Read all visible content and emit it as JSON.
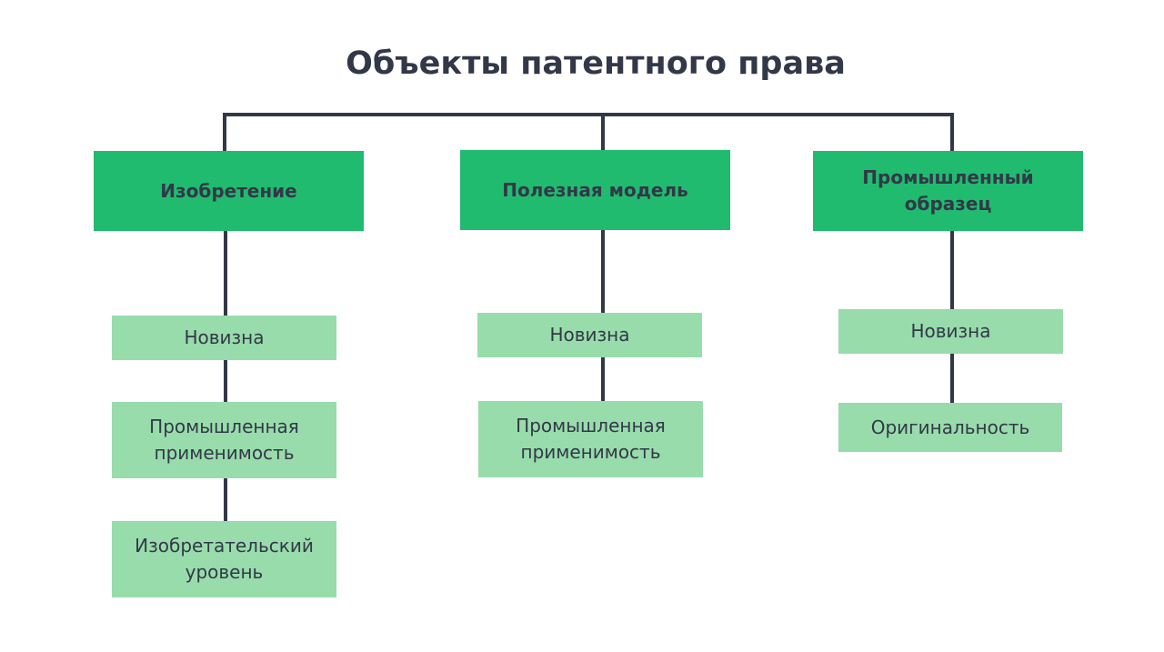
{
  "title": "Объекты патентного права",
  "columns": [
    {
      "label": "Изобретение",
      "criteria": [
        "Новизна",
        "Промышленная применимость",
        "Изобретательский уровень"
      ]
    },
    {
      "label": "Полезная модель",
      "criteria": [
        "Новизна",
        "Промышленная применимость"
      ]
    },
    {
      "label": "Промышленный образец",
      "criteria": [
        "Новизна",
        "Оригинальность"
      ]
    }
  ],
  "colors": {
    "primary": "#21bb6f",
    "secondary": "#98dcab",
    "line": "#323848"
  }
}
